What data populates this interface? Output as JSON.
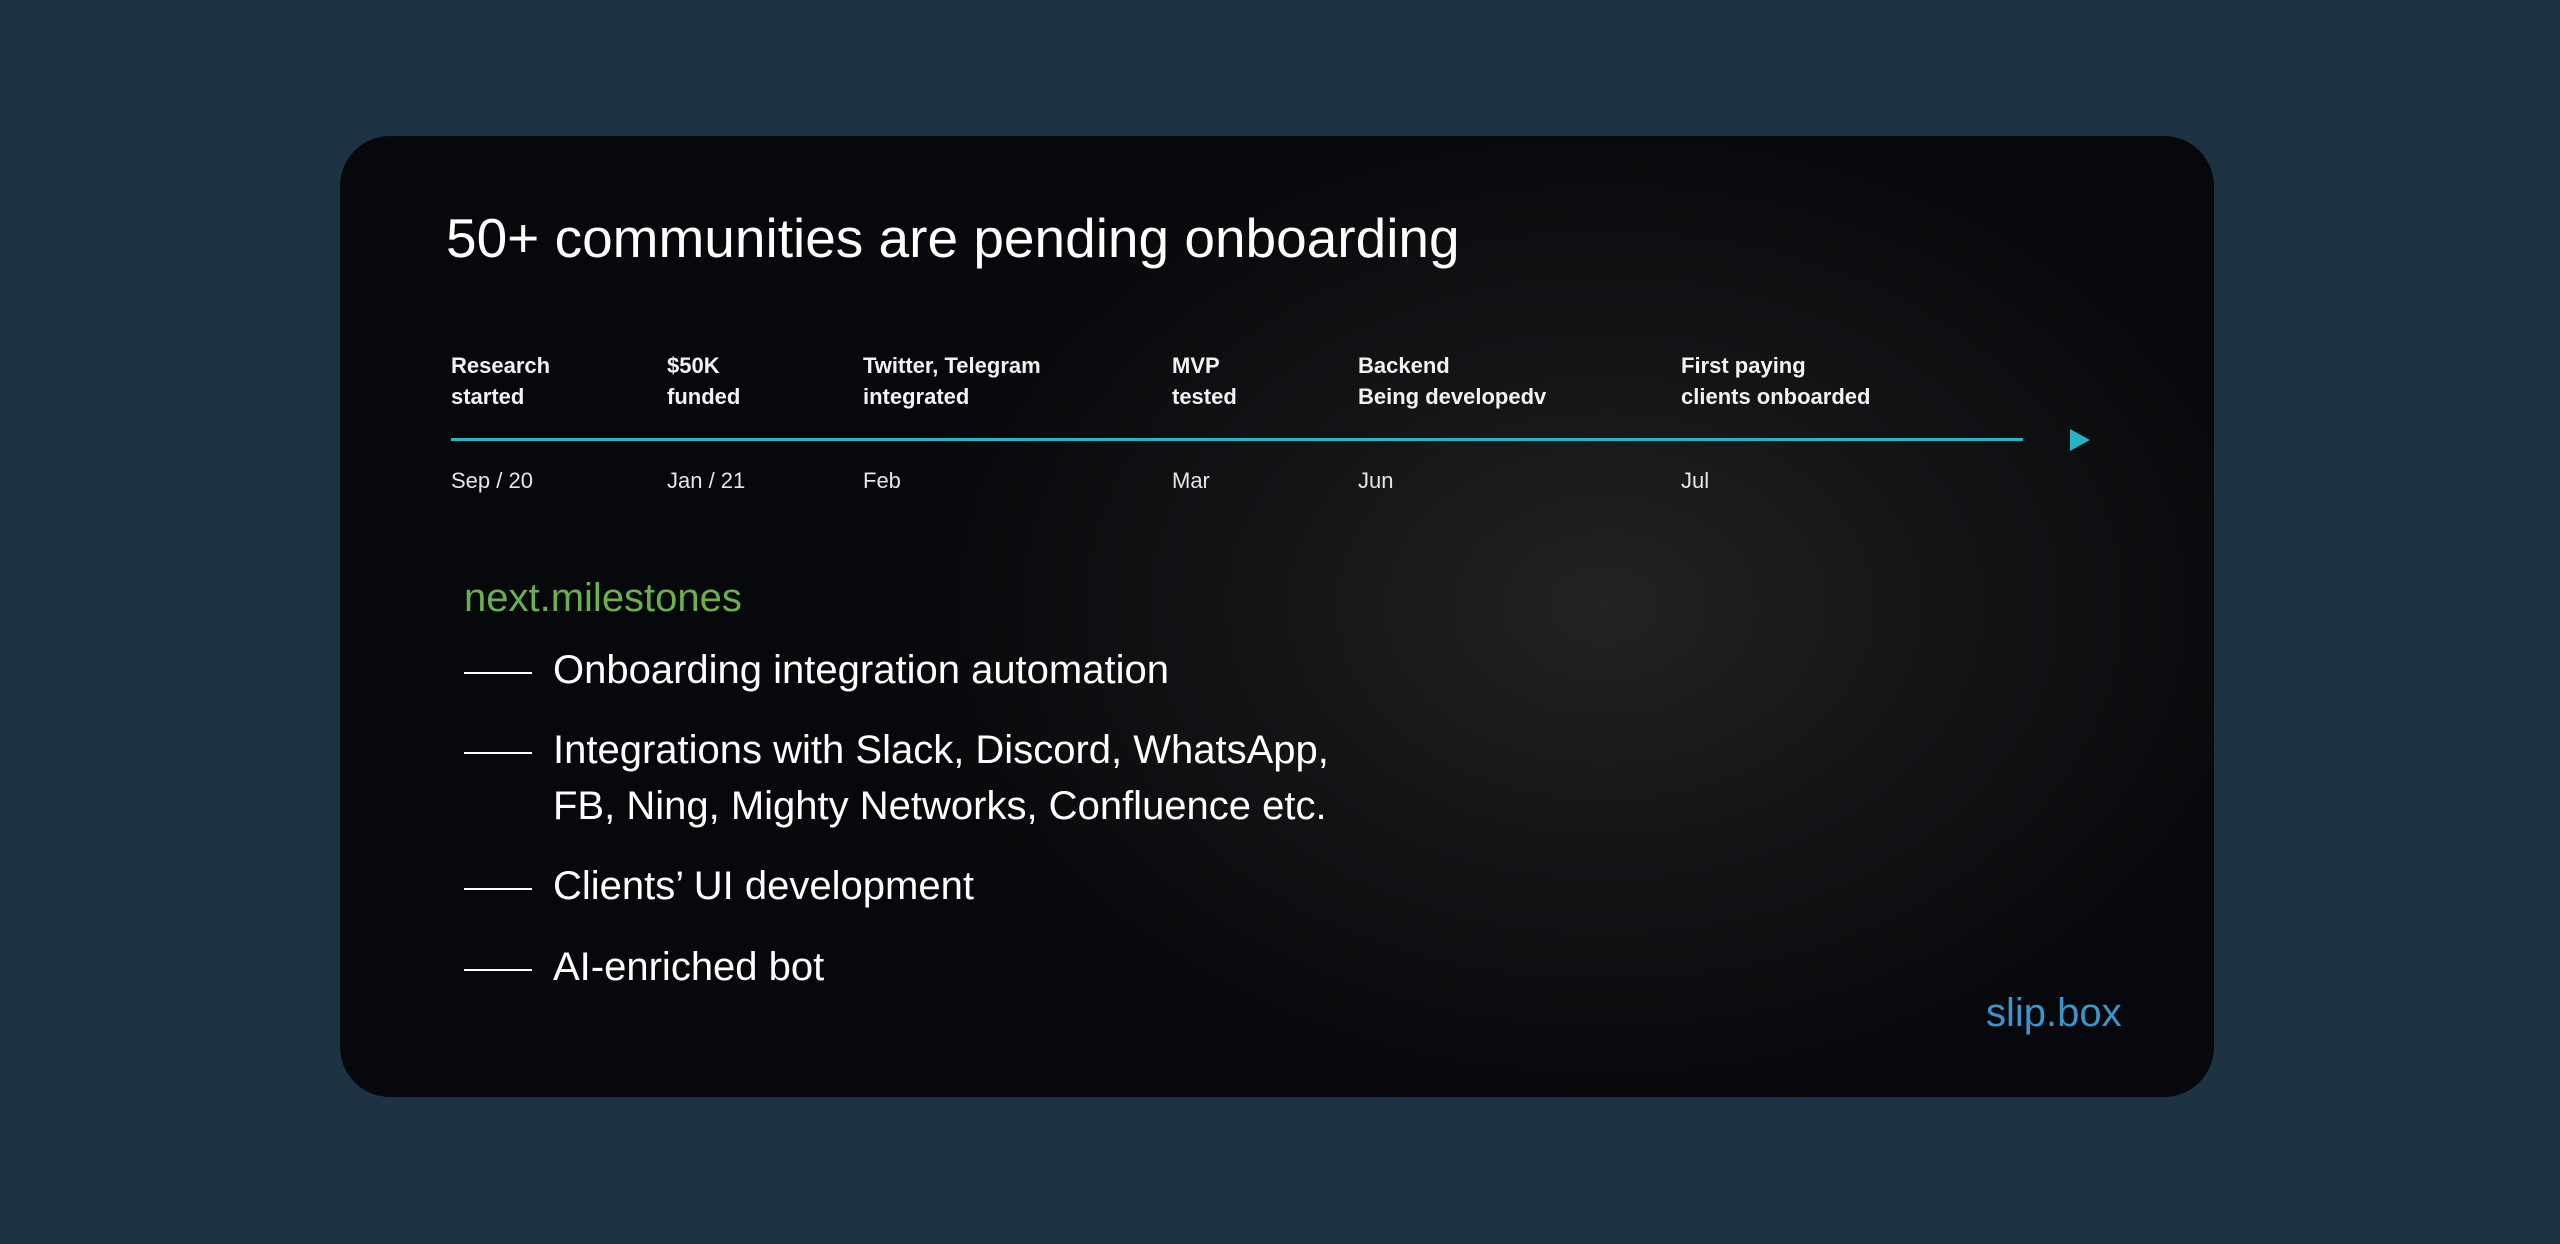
{
  "slide": {
    "title": "50+ communities are pending onboarding",
    "timeline": [
      {
        "line1": "Research",
        "line2": "started",
        "date": "Sep / 20"
      },
      {
        "line1": "$50K",
        "line2": "funded",
        "date": "Jan / 21"
      },
      {
        "line1": "Twitter, Telegram",
        "line2": "integrated",
        "date": "Feb"
      },
      {
        "line1": "MVP",
        "line2": "tested",
        "date": "Mar"
      },
      {
        "line1": "Backend",
        "line2": "Being developedv",
        "date": "Jun"
      },
      {
        "line1": "First paying",
        "line2": "clients onboarded",
        "date": "Jul"
      }
    ],
    "milestones_heading": "next.milestones",
    "milestones": [
      {
        "line1": "Onboarding integration automation"
      },
      {
        "line1": "Integrations with Slack, Discord, WhatsApp,",
        "line2": "FB, Ning, Mighty Networks, Confluence etc."
      },
      {
        "line1": "Clients’ UI development"
      },
      {
        "line1": "AI-enriched bot"
      }
    ],
    "brand": "slip.box",
    "colors": {
      "background": "#1d3344",
      "card": "#07080b",
      "accent_line": "#2cb2c8",
      "heading_green": "#6ab04c",
      "brand_blue": "#3d93cc"
    }
  }
}
